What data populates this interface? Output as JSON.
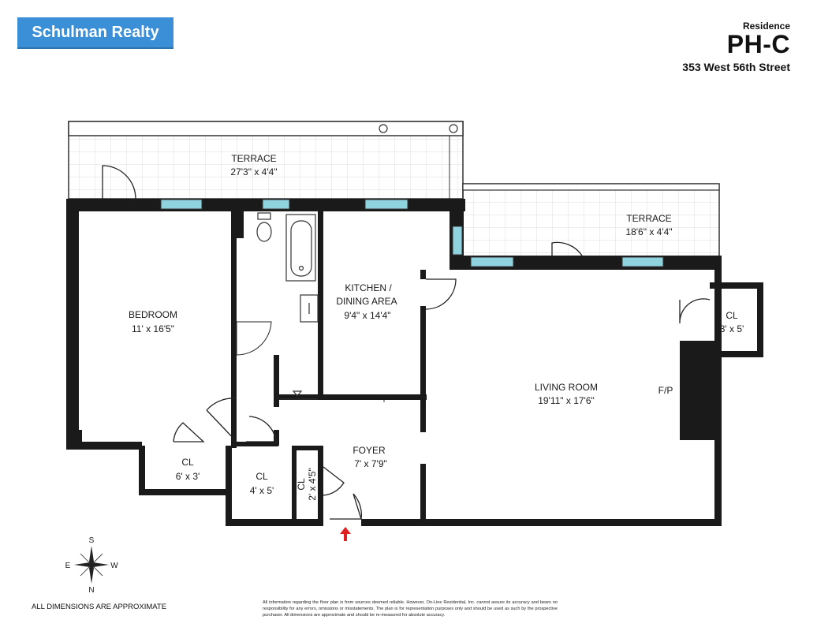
{
  "brand": {
    "logo_text": "Schulman Realty"
  },
  "header": {
    "label": "Residence",
    "unit": "PH-C",
    "address": "353 West 56th Street"
  },
  "rooms": {
    "terrace_top": {
      "name": "TERRACE",
      "dims": "27'3\" x 4'4\""
    },
    "terrace_right": {
      "name": "TERRACE",
      "dims": "18'6\" x 4'4\""
    },
    "bedroom": {
      "name": "BEDROOM",
      "dims": "11' x 16'5\""
    },
    "kitchen": {
      "name1": "KITCHEN  /",
      "name2": "DINING AREA",
      "dims": "9'4\" x 14'4\""
    },
    "living": {
      "name": "LIVING ROOM",
      "dims": "19'11\" x 17'6\""
    },
    "closet_right": {
      "name": "CL",
      "dims": "3' x 5'"
    },
    "fireplace": {
      "name": "F/P"
    },
    "foyer": {
      "name": "FOYER",
      "dims": "7' x 7'9\""
    },
    "closet_bed": {
      "name": "CL",
      "dims": "6' x 3'"
    },
    "closet_mid": {
      "name": "CL",
      "dims": "4' x 5'"
    },
    "closet_small": {
      "name": "CL",
      "dims": "2' x 4'5\""
    }
  },
  "compass": {
    "n": "N",
    "s": "S",
    "e": "E",
    "w": "W"
  },
  "footer": {
    "approx": "ALL DIMENSIONS ARE APPROXIMATE",
    "disclaimer": "All information regarding the floor plan is from sources deemed reliable. However, On-Line Residential, Inc. cannot assure its accuracy and bears no responsibility for any errors, omissions or misstatements. The plan is for representation purposes only and should be used as such by the prospective purchaser. All dimensions are approximate and should be re-measured for absolute accuracy."
  },
  "colors": {
    "wall": "#1a1a1a",
    "window": "#8fd3df",
    "logo_bg": "#3b8fd6",
    "entry_arrow": "#e02020",
    "tile": "#dddddd"
  }
}
